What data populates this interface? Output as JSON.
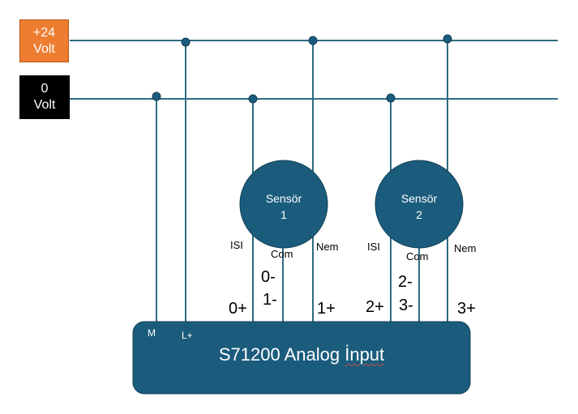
{
  "supplies": {
    "plus24": {
      "line1": "+24",
      "line2": "Volt",
      "color": "#ED7D31"
    },
    "zero": {
      "line1": "0",
      "line2": "Volt",
      "color": "#000000"
    }
  },
  "sensors": [
    {
      "line1": "Sensör",
      "line2": "1",
      "left_wire": "ISI",
      "mid_wire": "Com",
      "right_wire": "Nem"
    },
    {
      "line1": "Sensör",
      "line2": "2",
      "left_wire": "ISI",
      "mid_wire": "Com",
      "right_wire": "Nem"
    }
  ],
  "plc": {
    "title_part1": "S71200 Analog ",
    "title_part2": "İnput",
    "pin_m": "M",
    "pin_l": "L+",
    "color": "#1B5C7D"
  },
  "channels": {
    "s1_com_top": "0-",
    "s1_com_bottom": "1-",
    "s1_isi": "0+",
    "s1_nem": "1+",
    "s2_com_top": "2-",
    "s2_com_bottom": "3-",
    "s2_isi": "2+",
    "s2_nem": "3+"
  },
  "wire_color": "#2E6B82"
}
